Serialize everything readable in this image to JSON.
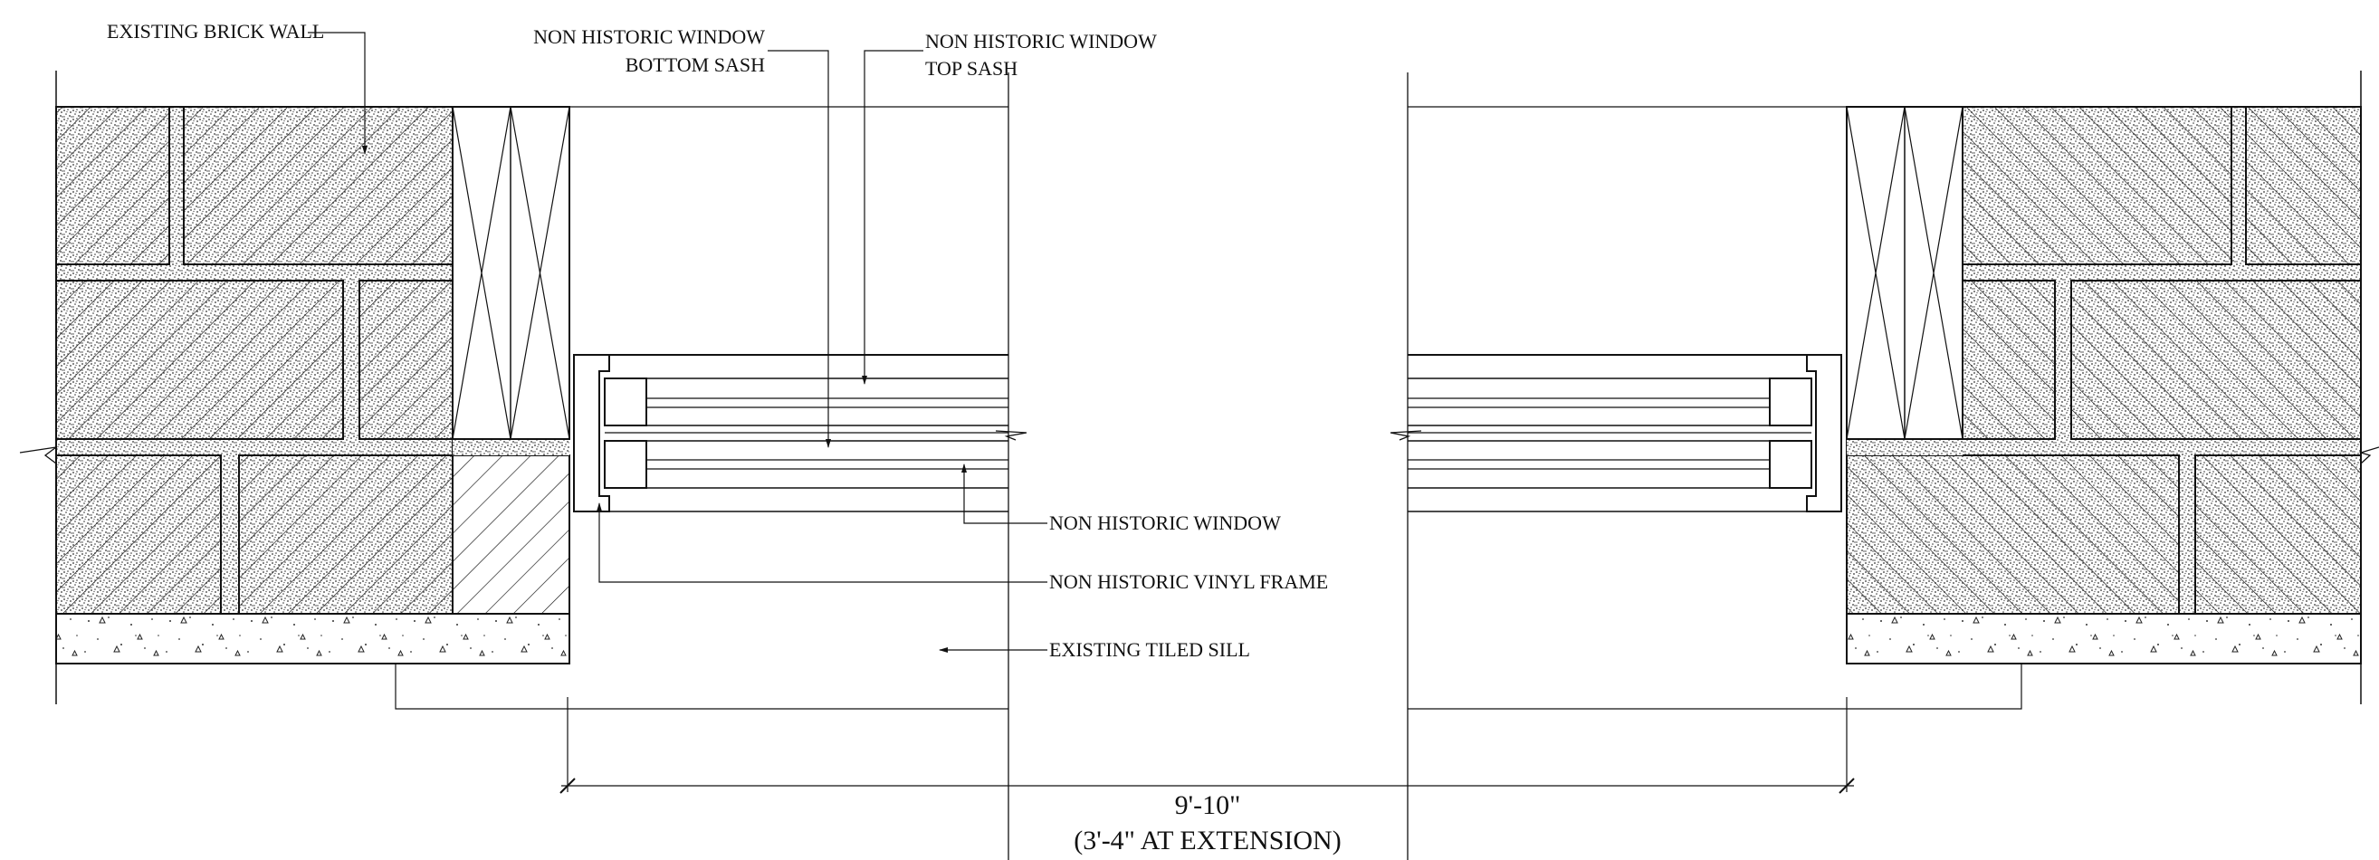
{
  "labels": {
    "existing_brick_wall": "EXISTING BRICK WALL",
    "bottom_sash_line1": "NON HISTORIC  WINDOW",
    "bottom_sash_line2": "BOTTOM SASH",
    "top_sash_line1": "NON HISTORIC WINDOW",
    "top_sash_line2": "TOP SASH",
    "non_historic_window": "NON HISTORIC WINDOW",
    "vinyl_frame": "NON HISTORIC VINYL FRAME",
    "tiled_sill": "EXISTING TILED SILL"
  },
  "dimension": {
    "value": "9'-10\"",
    "note": "(3'-4\" AT EXTENSION)"
  }
}
